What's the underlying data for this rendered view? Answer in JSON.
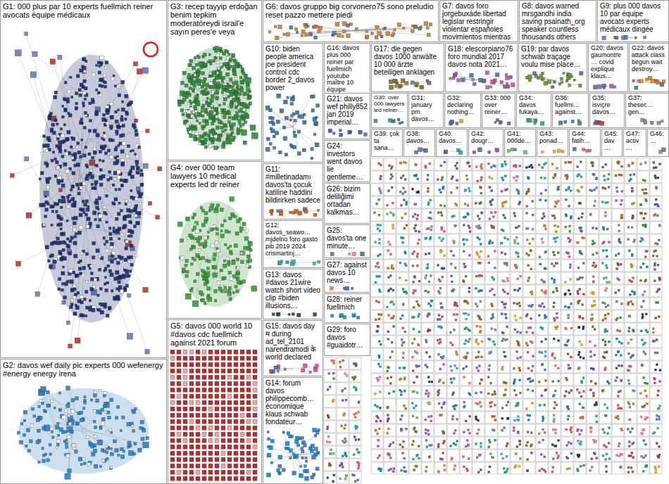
{
  "diagram": {
    "nodes": [
      {
        "text": [
          "G1: 000 plus par 10 experts fuellmich reiner avocats équipe médicaux"
        ]
      },
      {
        "text": [
          "G2: davos wef daily pic experts 000 wefenergy #energy energy irena"
        ]
      },
      {
        "text": [
          "G3: recep tayyip erdoğan benim tepkim moderatöreydi israil'e sayın peres'e veya"
        ]
      },
      {
        "text": [
          "G4: over 000 team lawyers 10 medical experts led dr reiner"
        ]
      },
      {
        "text": [
          "G5: davos 000 world 10 #davos cdc fuellmich against 2021 forum"
        ]
      },
      {
        "text": [
          "G6: davos gruppo big corvonero75 sono preludio reset pazzo mettere piedi"
        ]
      },
      {
        "text": [
          "G7: davos foro jorgebuxáde libertad legislar restringir violentar españoles movimientos mientras"
        ]
      },
      {
        "text": [
          "G8: davos warned mrsgandhi india saving psainath_org speaker countless thousands others"
        ]
      },
      {
        "text": [
          "G9: plus 000 davos 10 par équipe avocats experts médicaux dingée"
        ]
      },
      {
        "text": [
          "G10: biden people america joe president control cdc border 2_davos power"
        ]
      },
      {
        "text": [
          "G16: davos plus 000 reiner par fuellmich youtube maître 10 équipe"
        ]
      },
      {
        "text": [
          "G17: die gegen davos 1000 anwälte 10 000 ärzte beteiligen anklagen"
        ]
      },
      {
        "text": [
          "G18: elescorpiano76 foro mundial 2017 davos nota 2021…"
        ]
      },
      {
        "text": [
          "G19: par davos schwab traçage voulu mise place…"
        ]
      },
      {
        "text": [
          "G20: davos gaumontre… covid explique klaus…"
        ]
      },
      {
        "text": [
          "G22: davos attack class begun wait destroy…"
        ]
      },
      {
        "text": [
          "G21: davos wef philly852 jan 2019 imperial…"
        ]
      },
      {
        "text": [
          "G30: over 000 lawyers led reiner…"
        ]
      },
      {
        "text": [
          "G31: january pm davos…"
        ]
      },
      {
        "text": [
          "G32: declaring nothing…"
        ]
      },
      {
        "text": [
          "G33: 000 over reiner…"
        ]
      },
      {
        "text": [
          "G34: davos fukaya…"
        ]
      },
      {
        "text": [
          "G36: fuellmi… against…"
        ]
      },
      {
        "text": [
          "G35: isviçre davos…"
        ]
      },
      {
        "text": [
          "G37: thesec… gen…"
        ]
      },
      {
        "text": [
          "G11: #milletinadamı davos'ta çocuk katiline haddini bildirirken sadece"
        ]
      },
      {
        "text": [
          "G12: davos_seawo… mjdelno foro gasto pib 2019 2024 crismartinj…"
        ]
      },
      {
        "text": [
          "G13: davos #davos 21wire watch short video clip #biden illusions…"
        ]
      },
      {
        "text": [
          "G15: davos day म during ad_tel_2101 narendramodi के world declared"
        ]
      },
      {
        "text": [
          "G14: forum davos philippecomb… économique klaus schwab fondateur…"
        ]
      },
      {
        "text": [
          "G24: investors went davos lie gentleme…"
        ]
      },
      {
        "text": [
          "G26: bizim deliliğimi ortadan kalkmas…"
        ]
      },
      {
        "text": [
          "G25: davos'ta one minute…"
        ]
      },
      {
        "text": [
          "G27: against davos 10 news…"
        ]
      },
      {
        "text": [
          "G28: reiner fuellmich"
        ]
      },
      {
        "text": [
          "G29: foro davos #guaidotr…"
        ]
      },
      {
        "text": [
          "G39: çok ta sana…"
        ]
      },
      {
        "text": [
          "G38: davos…"
        ]
      },
      {
        "text": [
          "G40: davos…"
        ]
      },
      {
        "text": [
          "G42: dougr…"
        ]
      },
      {
        "text": [
          "G41: 000de…"
        ]
      },
      {
        "text": [
          "G43: ponad…"
        ]
      },
      {
        "text": [
          "G44: fatih…"
        ]
      },
      {
        "text": [
          "G45: dav…"
        ]
      },
      {
        "text": [
          "G47: activ…"
        ]
      },
      {
        "text": [
          "G46: …"
        ]
      }
    ]
  }
}
